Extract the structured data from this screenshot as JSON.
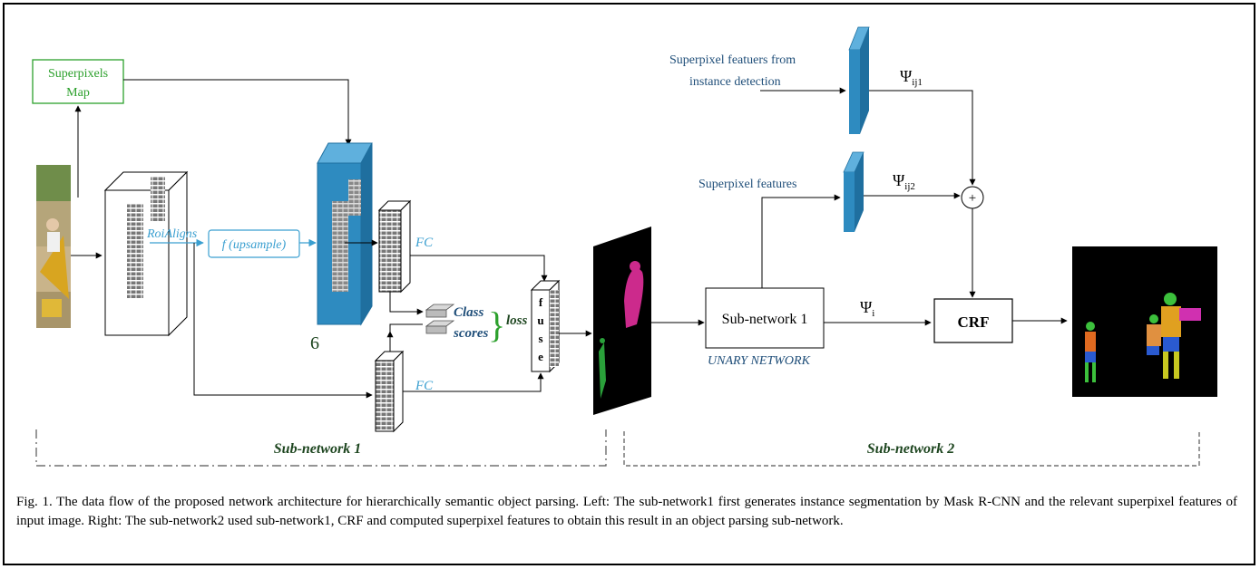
{
  "diagram": {
    "superpixels_map": [
      "Superpixels",
      "Map"
    ],
    "roialigns": "RoiAligns",
    "upsample": "f (upsample)",
    "num_six": "6",
    "fc_top": "FC",
    "fc_bottom": "FC",
    "class_label": "Class",
    "scores_label": "scores",
    "loss_label": "loss",
    "fuse_letters": [
      "f",
      "u",
      "s",
      "e"
    ],
    "subnet1_box": "Sub-network 1",
    "unary_network": "UNARY NETWORK",
    "crf": "CRF",
    "sp_feat_instance": [
      "Superpixel featuers from",
      "instance detection"
    ],
    "sp_features": "Superpixel features",
    "psi_ij1": {
      "base": "Ψ",
      "sub": "ij1"
    },
    "psi_ij2": {
      "base": "Ψ",
      "sub": "ij2"
    },
    "psi_i": {
      "base": "Ψ",
      "sub": "i"
    },
    "plus": "+",
    "subnetwork1_section": "Sub-network 1",
    "subnetwork2_section": "Sub-network 2"
  },
  "caption": "Fig. 1. The data flow of the proposed network architecture for hierarchically semantic object parsing. Left: The sub-network1 first generates instance segmentation by Mask R-CNN and the relevant superpixel features of input image. Right: The sub-network2 used sub-network1, CRF and computed superpixel features to obtain this result in an object parsing sub-network.",
  "colors": {
    "blue_block": "#2e8bc0",
    "label_blue": "#1f4e79",
    "green_box": "#2ca02c",
    "cyan_box": "#3a9fd0",
    "dark_green_text": "#1e4620"
  }
}
